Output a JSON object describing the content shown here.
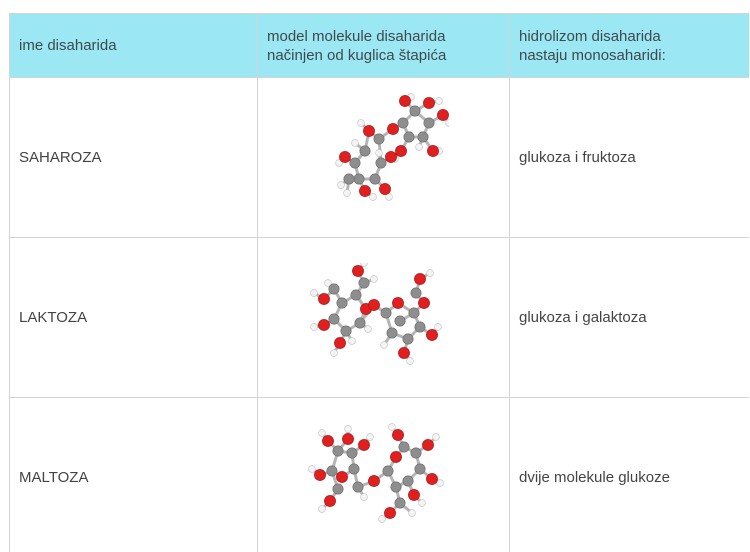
{
  "header": {
    "col1": "ime disaharida",
    "col2_line1": "model molekule disaharida",
    "col2_line2": "načinjen od kuglica štapića",
    "col3_line1": "hidrolizom disaharida",
    "col3_line2": "nastaju monosaharidi:"
  },
  "rows": [
    {
      "name": "SAHAROZA",
      "monosaccharides": "glukoza i fruktoza",
      "model_icon": "sucrose-ball-stick-model"
    },
    {
      "name": "LAKTOZA",
      "monosaccharides": "glukoza i galaktoza",
      "model_icon": "lactose-ball-stick-model"
    },
    {
      "name": "MALTOZA",
      "monosaccharides": "dvije molekule glukoze",
      "model_icon": "maltose-ball-stick-model"
    }
  ],
  "colors": {
    "header_bg": "#9be7f4",
    "border": "#d4d4d4",
    "carbon": "#8e8e8e",
    "oxygen": "#e02020",
    "hydrogen": "#f4f4f4"
  }
}
